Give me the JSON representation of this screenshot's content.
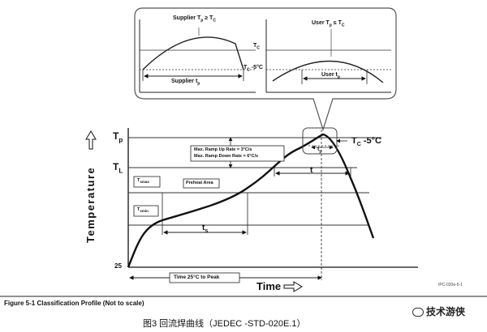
{
  "inset": {
    "supplier_title": "Supplier T",
    "supplier_title_sub": "p",
    "supplier_title_rest": " ≥ T",
    "supplier_title_sub2": "C",
    "user_title": "User T",
    "user_title_sub": "p",
    "user_title_rest": " ≤ T",
    "user_title_sub2": "C",
    "tc": "T",
    "tc_sub": "C",
    "tc_minus": "T",
    "tc_minus_sub": "C",
    "tc_minus_rest": " -5°C",
    "supplier_tp": "Supplier t",
    "supplier_tp_sub": "p",
    "user_tp": "User t",
    "user_tp_sub": "p"
  },
  "main": {
    "tp_label": "T",
    "tp_label_sub": "p",
    "tl_label": "T",
    "tl_label_sub": "L",
    "tsmax": "T",
    "tsmax_sub": "smax",
    "tsmin": "T",
    "tsmin_sub": "smin",
    "preheat": "Preheat Area",
    "ramp_up": "Max. Ramp Up Rate = 3°C/s",
    "ramp_down": "Max. Ramp Down Rate = 6°C/s",
    "ts": "t",
    "ts_sub": "s",
    "t": "t",
    "tp_small": "t",
    "tp_small_sub": "p",
    "tc5": "T",
    "tc5_sub": "C",
    "tc5_rest": " -5°C",
    "y_start": "25",
    "time_to_peak": "Time 25°C to Peak",
    "time_axis": "Time",
    "temp_axis": "Temperature",
    "ref": "IPC-020e-5-1"
  },
  "caption": {
    "figure": "Figure 5-1   Classification Profile (Not to scale)",
    "chinese": "图3   回流焊曲线（JEDEC -STD-020E.1）",
    "logo": "技术游侠"
  },
  "colors": {
    "ink": "#111111",
    "line": "#333333",
    "bg": "#ffffff"
  }
}
